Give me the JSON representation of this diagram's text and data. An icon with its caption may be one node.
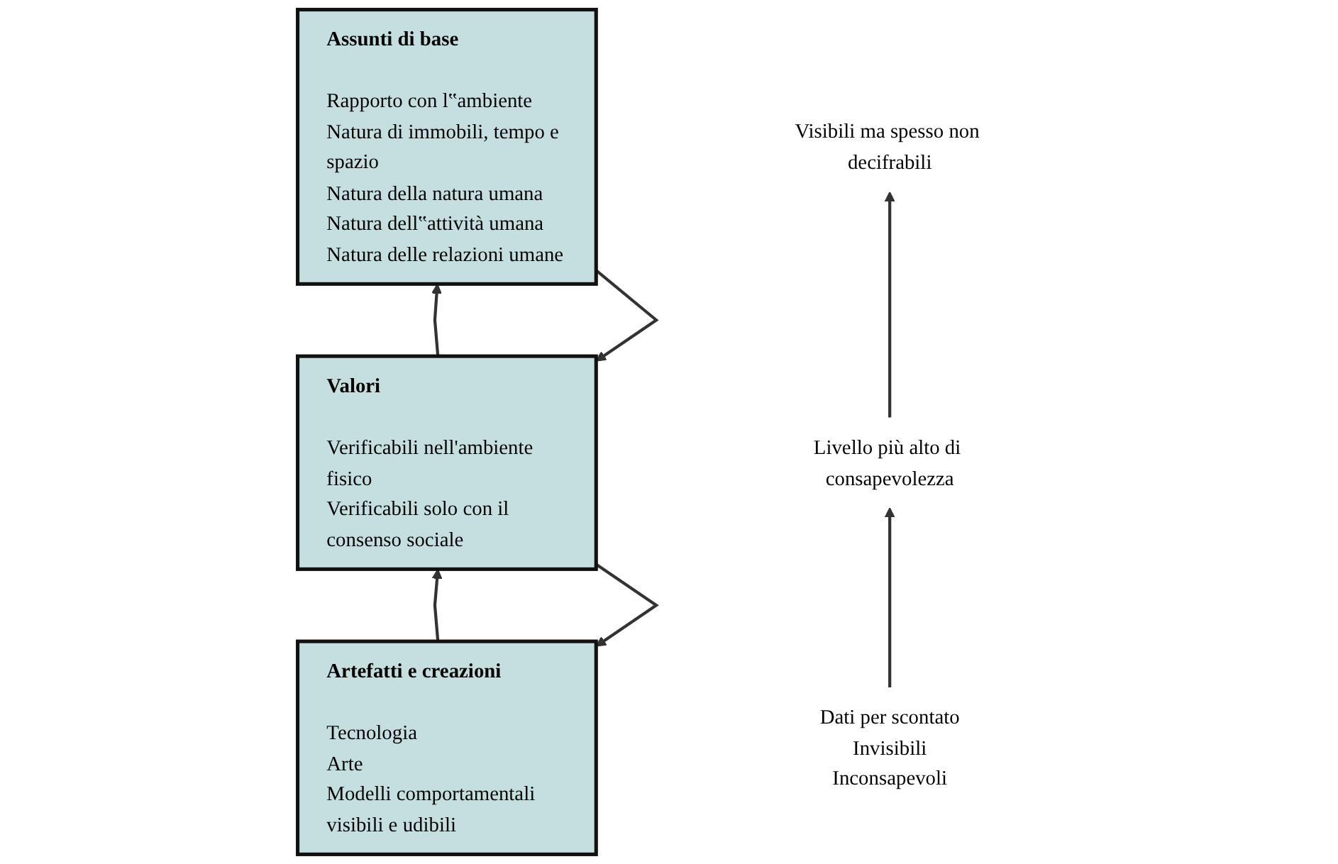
{
  "diagram": {
    "nodes": [
      {
        "text": [
          "Artefatti e creazioni",
          "Tecnologia",
          "Arte",
          "Modelli comportamentali visibili e udibili"
        ]
      },
      {
        "text": [
          "Valori",
          "Verificabili nell'ambiente fisico",
          "Verificabili solo con il consenso sociale"
        ]
      },
      {
        "text": [
          "Assunti di base",
          "Rapporto con l‟ambiente",
          "Natura di immobili, tempo e spazio",
          "Natura della natura umana",
          "Natura dell‟attività umana",
          "Natura delle relazioni umane"
        ]
      },
      {
        "text": [
          "Visibili ma spesso non decifrabili"
        ]
      },
      {
        "text": [
          "Livello più alto di consapevolezza"
        ]
      },
      {
        "text": [
          "Dati per scontato",
          "Invisibili",
          "Inconsapevoli"
        ]
      }
    ],
    "edges": [
      {
        "from": 1,
        "to": 0,
        "arrow": "to"
      },
      {
        "from": 0,
        "to": 1,
        "arrow": "to"
      },
      {
        "from": 2,
        "to": 1,
        "arrow": "to"
      },
      {
        "from": 1,
        "to": 2,
        "arrow": "to"
      },
      {
        "from": 4,
        "to": 3,
        "arrow": "to"
      },
      {
        "from": 5,
        "to": 4,
        "arrow": "to"
      }
    ]
  }
}
